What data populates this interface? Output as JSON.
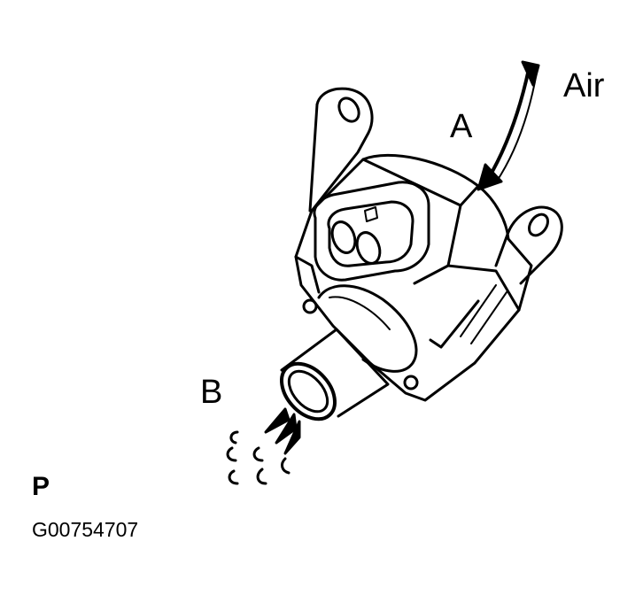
{
  "diagram": {
    "labels": {
      "air": "Air",
      "part_a": "A",
      "part_b": "B",
      "view_code": "P",
      "figure_id": "G00754707"
    }
  }
}
